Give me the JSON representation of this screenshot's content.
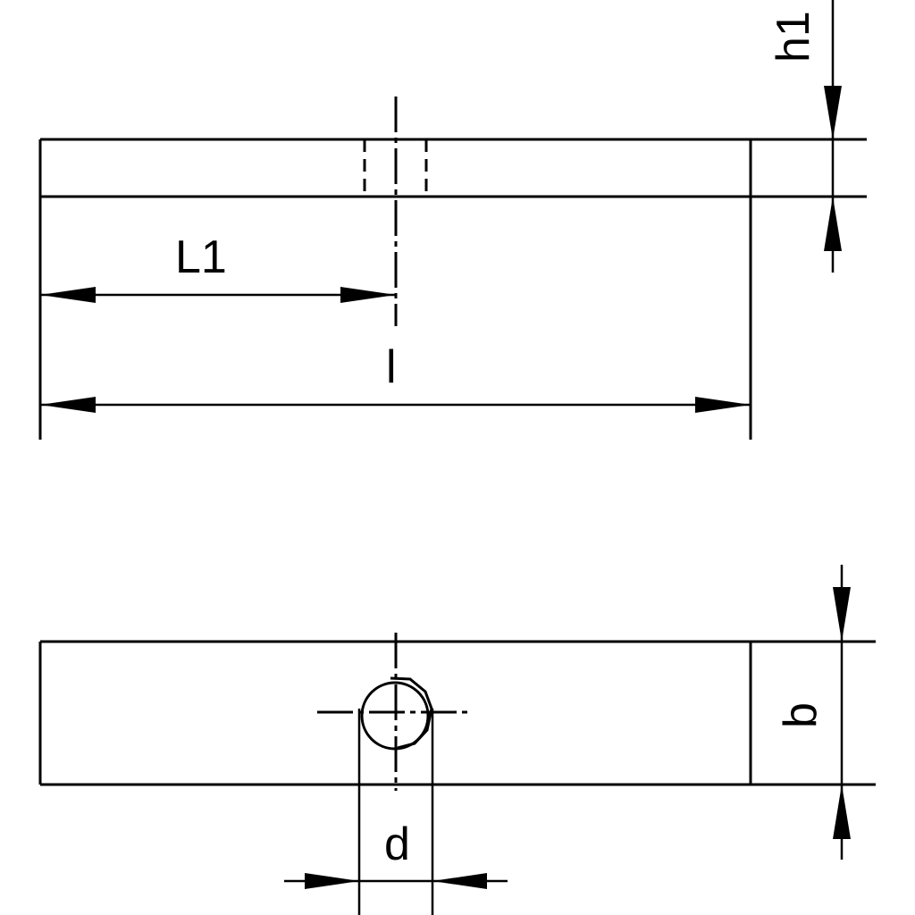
{
  "labels": {
    "h1": "h1",
    "L1": "L1",
    "l": "l",
    "b": "b",
    "d": "d"
  }
}
